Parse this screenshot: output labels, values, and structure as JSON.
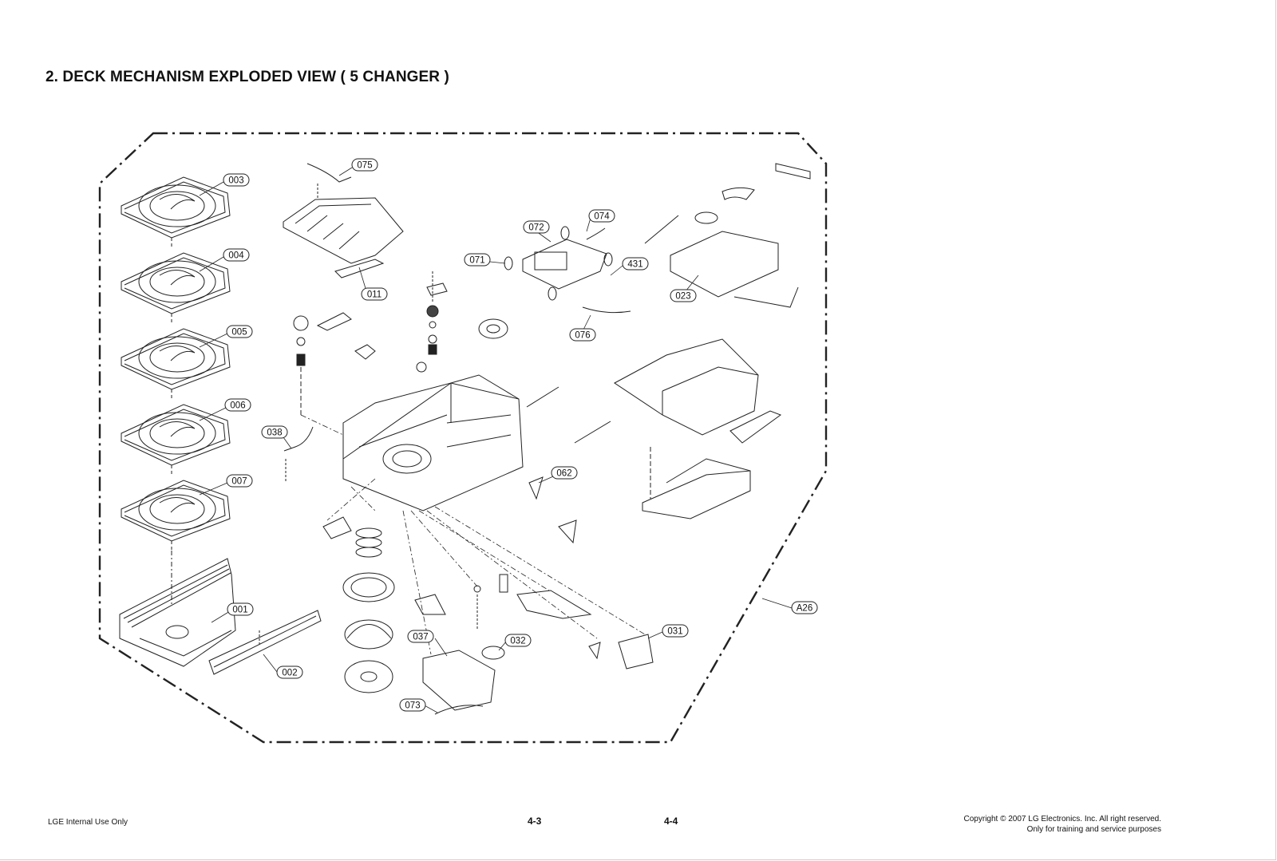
{
  "page": {
    "title": "2. DECK MECHANISM EXPLODED VIEW ( 5 CHANGER )",
    "footer_left": "LGE Internal Use Only",
    "page_left": "4-3",
    "page_right": "4-4",
    "copyright_line1": "Copyright © 2007 LG Electronics. Inc. All right reserved.",
    "copyright_line2": "Only for training and service purposes"
  },
  "parts": [
    {
      "id": "p003",
      "label": "003"
    },
    {
      "id": "p004",
      "label": "004"
    },
    {
      "id": "p005",
      "label": "005"
    },
    {
      "id": "p006",
      "label": "006"
    },
    {
      "id": "p007",
      "label": "007"
    },
    {
      "id": "p001",
      "label": "001"
    },
    {
      "id": "p002",
      "label": "002"
    },
    {
      "id": "p075",
      "label": "075"
    },
    {
      "id": "p011",
      "label": "011"
    },
    {
      "id": "p038",
      "label": "038"
    },
    {
      "id": "p072",
      "label": "072"
    },
    {
      "id": "p074",
      "label": "074"
    },
    {
      "id": "p071",
      "label": "071"
    },
    {
      "id": "p431",
      "label": "431"
    },
    {
      "id": "p076",
      "label": "076"
    },
    {
      "id": "p023",
      "label": "023"
    },
    {
      "id": "p062",
      "label": "062"
    },
    {
      "id": "pA26",
      "label": "A26"
    },
    {
      "id": "p031",
      "label": "031"
    },
    {
      "id": "p037",
      "label": "037"
    },
    {
      "id": "p032",
      "label": "032"
    },
    {
      "id": "p073",
      "label": "073"
    }
  ]
}
